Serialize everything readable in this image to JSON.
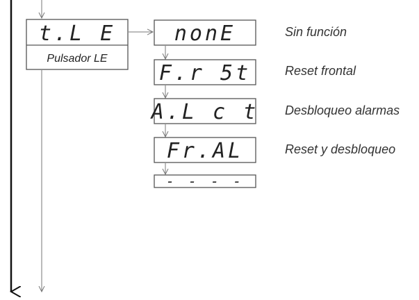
{
  "menu": {
    "code": "t.L E",
    "label": "Pulsador LE"
  },
  "options": [
    {
      "code": "nonE",
      "description": "Sin función"
    },
    {
      "code": "F.r 5t",
      "description": "Reset frontal"
    },
    {
      "code": "A.L c t",
      "description": "Desbloqueo alarmas"
    },
    {
      "code": "Fr.AL",
      "description": "Reset y desbloqueo"
    },
    {
      "code": "- - - -",
      "description": ""
    }
  ]
}
